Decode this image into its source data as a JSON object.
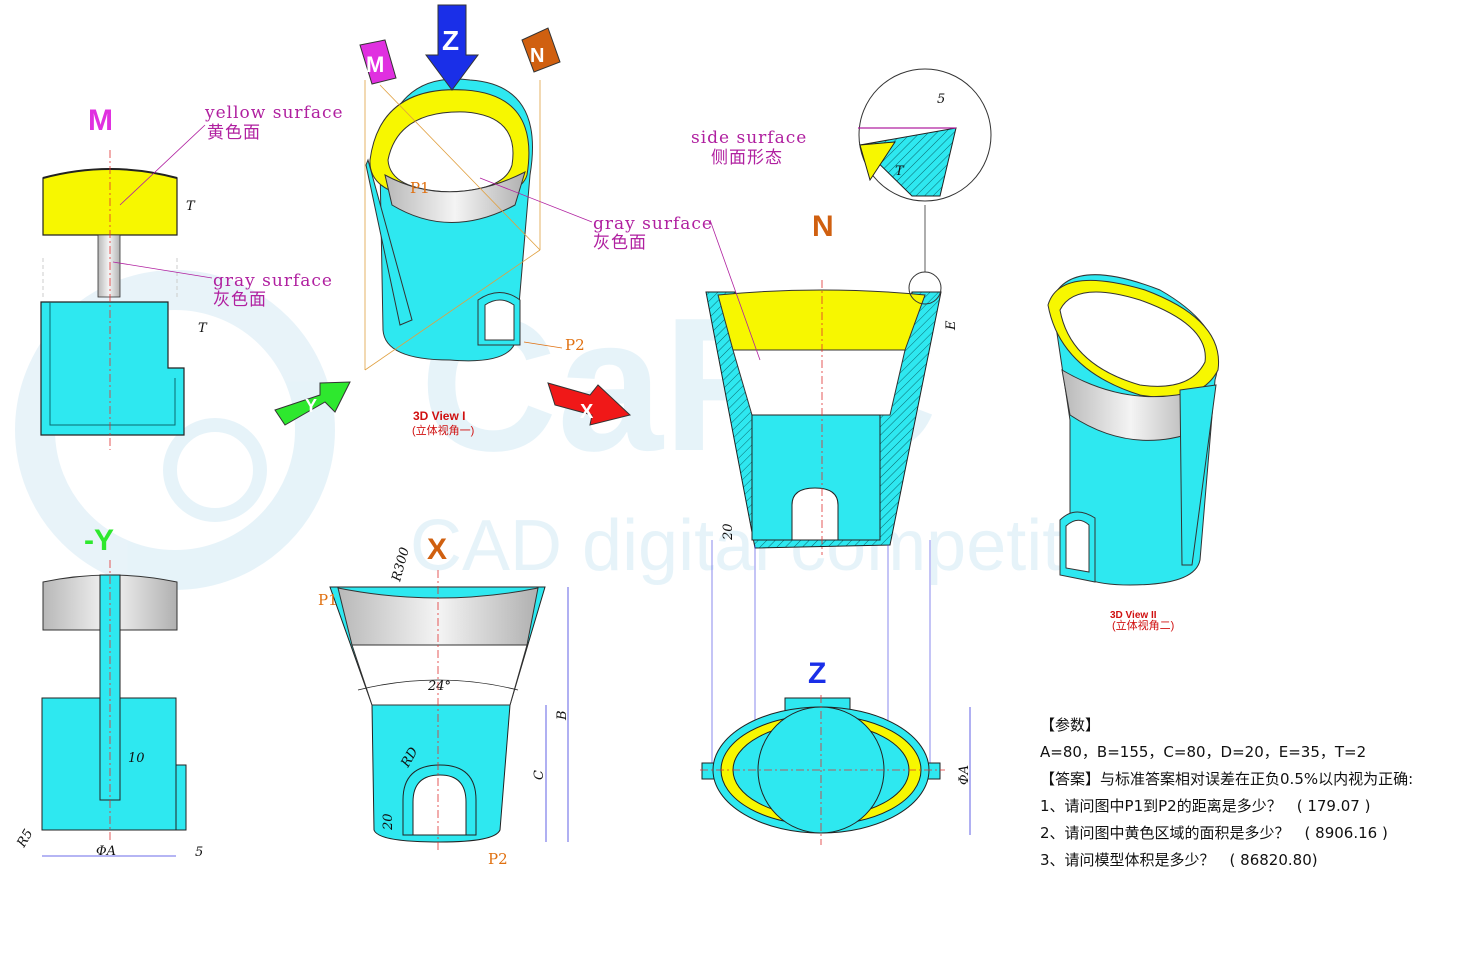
{
  "brand": {
    "watermark_text": "CAD digital competition",
    "watermark_logo": "CaRC",
    "colors": {
      "cyan": "#2ee8f0",
      "yellow": "#f7f700",
      "gray": "#d8d8d8",
      "magenta": "#e030e0",
      "blue": "#1a2fe8",
      "orange": "#d06010",
      "green": "#2ee82e",
      "red": "#f01818",
      "label": "#b020a0"
    }
  },
  "views": {
    "m": "M",
    "neg_y": "-Y",
    "x": "X",
    "n": "N",
    "z": "Z",
    "top_arrow_m": "M",
    "top_arrow_z": "Z",
    "top_arrow_n": "N",
    "arrow_y": "Y",
    "arrow_x": "X"
  },
  "labels": {
    "yellow_en": "yellow surface",
    "yellow_zh": "黄色面",
    "gray_en_left": "gray surface",
    "gray_zh_left": "灰色面",
    "gray_en_mid": "gray surface",
    "gray_zh_mid": "灰色面",
    "side_en": "side surface",
    "side_zh": "侧面形态",
    "view1": "3D View I",
    "view1_zh": "(立体视角一)",
    "view2": "3D View II",
    "view2_zh": "(立体视角二)",
    "p1": "P1",
    "p2": "P2"
  },
  "dims": {
    "t1": "T",
    "t2": "T",
    "t3": "T",
    "r5": "R5",
    "phi_a": "ΦA",
    "five_bottom": "5",
    "ten": "10",
    "r300": "R300",
    "deg24": "24°",
    "rd": "RD",
    "twenty_x": "20",
    "b": "B",
    "c": "C",
    "e": "E",
    "twenty_n": "20",
    "five_detail": "5",
    "phi_a_z": "ΦA"
  },
  "qa": {
    "params_title": "【参数】",
    "params": "A=80，B=155，C=80，D=20，E=35，T=2",
    "answer_rule": "【答案】与标准答案相对误差在正负0.5%以内视为正确:",
    "q1": "1、请问图中P1到P2的距离是多少？　( 179.07 )",
    "q2": "2、请问图中黄色区域的面积是多少？　( 8906.16 )",
    "q3": "3、请问模型体积是多少？　( 86820.80)"
  }
}
